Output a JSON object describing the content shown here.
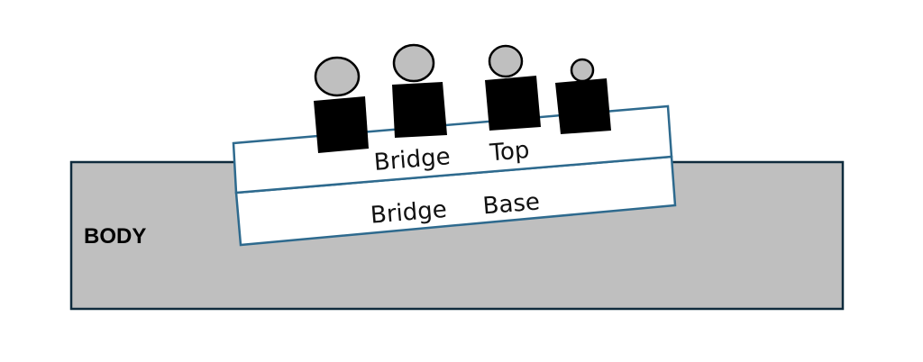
{
  "diagram": {
    "body": {
      "label": "BODY",
      "fill": "#bfbfbf",
      "stroke": "#0f2b3d"
    },
    "bridge_top": {
      "label_word1": "Bridge",
      "label_word2": "Top",
      "fill": "#ffffff",
      "stroke": "#2e6a8e"
    },
    "bridge_base": {
      "label_word1": "Bridge",
      "label_word2": "Base",
      "fill": "#ffffff",
      "stroke": "#2e6a8e"
    },
    "figures": [
      {
        "name": "figure-1",
        "head_fill": "#bfbfbf",
        "body_fill": "#000000"
      },
      {
        "name": "figure-2",
        "head_fill": "#bfbfbf",
        "body_fill": "#000000"
      },
      {
        "name": "figure-3",
        "head_fill": "#bfbfbf",
        "body_fill": "#000000"
      },
      {
        "name": "figure-4",
        "head_fill": "#bfbfbf",
        "body_fill": "#000000"
      }
    ]
  }
}
